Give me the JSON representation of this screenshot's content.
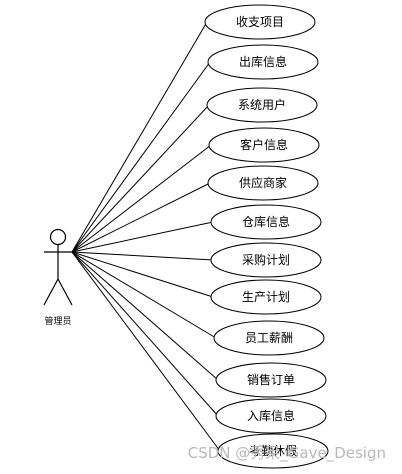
{
  "actor": {
    "label": "管理员"
  },
  "use_cases": [
    {
      "label": "收支项目"
    },
    {
      "label": "出库信息"
    },
    {
      "label": "系统用户"
    },
    {
      "label": "客户信息"
    },
    {
      "label": "供应商家"
    },
    {
      "label": "仓库信息"
    },
    {
      "label": "采购计划"
    },
    {
      "label": "生产计划"
    },
    {
      "label": "员工薪酬"
    },
    {
      "label": "销售订单"
    },
    {
      "label": "入库信息"
    },
    {
      "label": "考勤休假"
    }
  ],
  "watermark": {
    "text": "CSDN @秀呆_Gave_Design"
  }
}
